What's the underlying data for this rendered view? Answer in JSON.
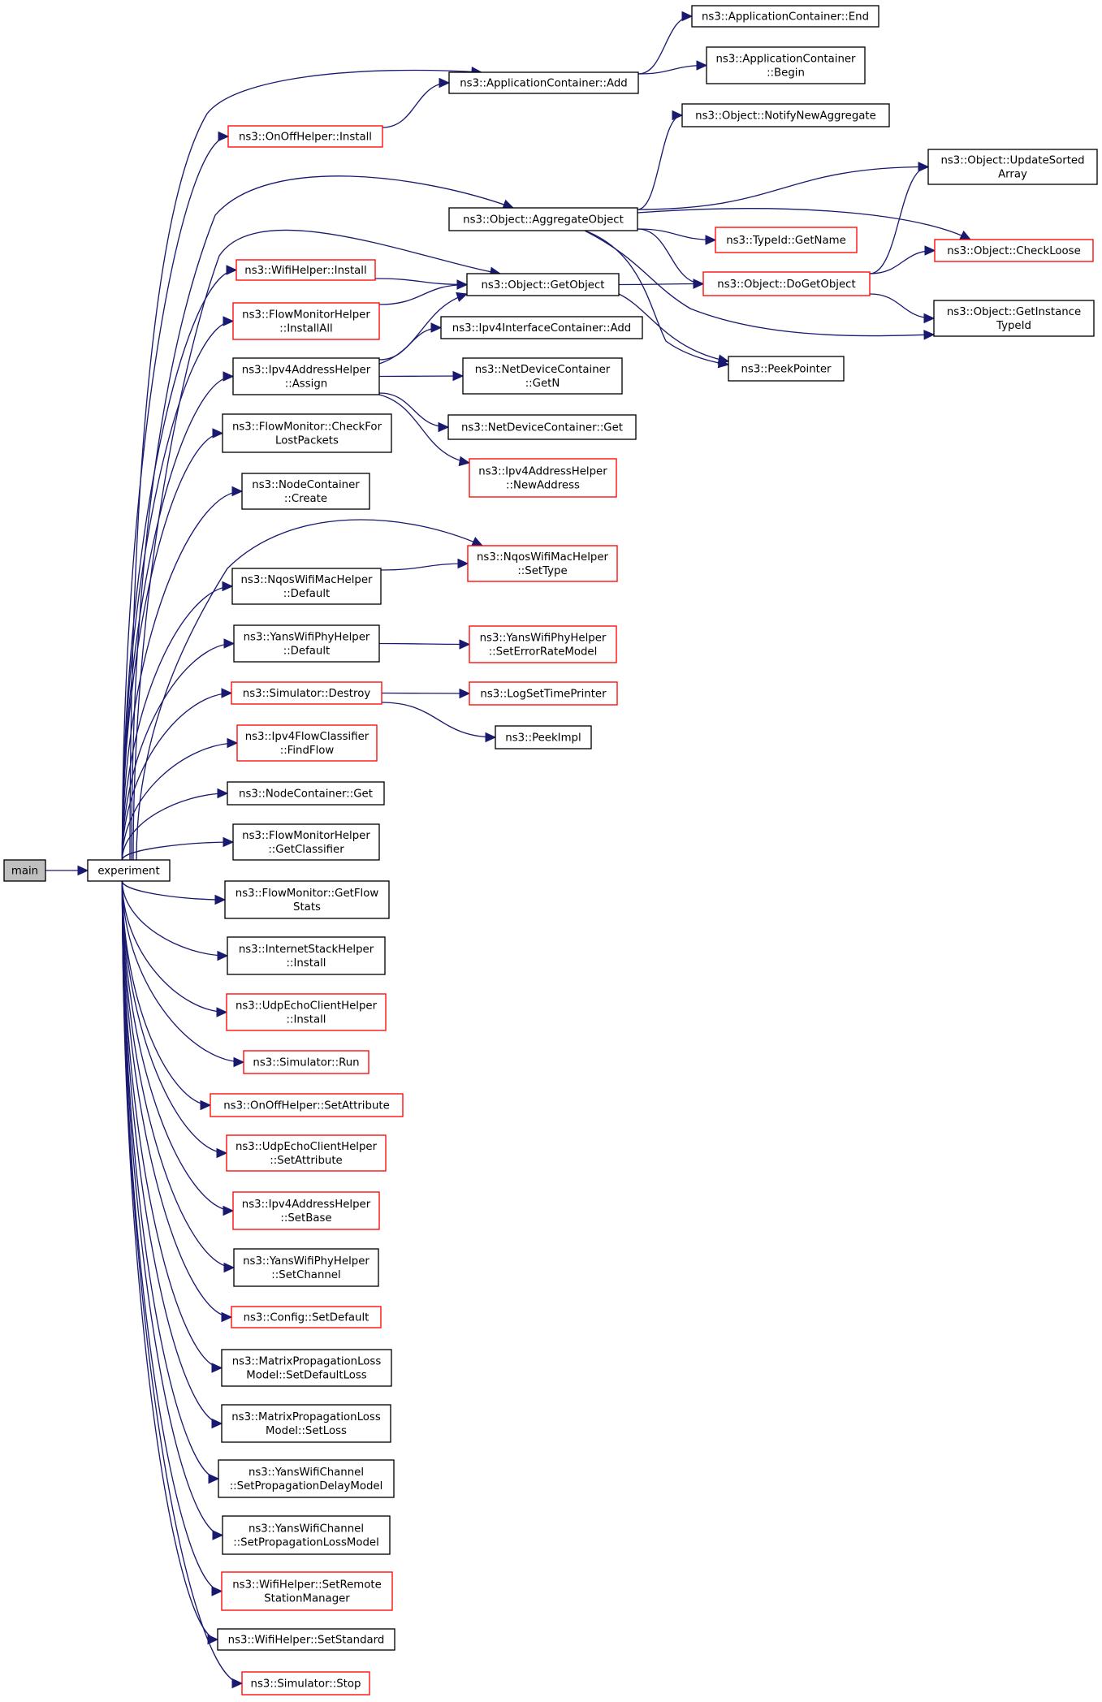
{
  "colors": {
    "edge": "#191970",
    "border_normal": "#000000",
    "border_red": "#ff0000",
    "fill_root": "#bfbfbf",
    "fill_normal": "#ffffff"
  },
  "nodes": {
    "main": {
      "lines": [
        "main"
      ],
      "style": "root"
    },
    "experiment": {
      "lines": [
        "experiment"
      ],
      "style": "normal"
    },
    "ac_add": {
      "lines": [
        "ns3::ApplicationContainer::Add"
      ],
      "style": "normal"
    },
    "ac_end": {
      "lines": [
        "ns3::ApplicationContainer::End"
      ],
      "style": "normal"
    },
    "ac_begin": {
      "lines": [
        "ns3::ApplicationContainer",
        "::Begin"
      ],
      "style": "normal"
    },
    "onoff_install": {
      "lines": [
        "ns3::OnOffHelper::Install"
      ],
      "style": "red"
    },
    "obj_notify": {
      "lines": [
        "ns3::Object::NotifyNewAggregate"
      ],
      "style": "normal"
    },
    "obj_update": {
      "lines": [
        "ns3::Object::UpdateSorted",
        "Array"
      ],
      "style": "normal"
    },
    "obj_aggregate": {
      "lines": [
        "ns3::Object::AggregateObject"
      ],
      "style": "normal"
    },
    "typeid_getname": {
      "lines": [
        "ns3::TypeId::GetName"
      ],
      "style": "red"
    },
    "obj_checkloose": {
      "lines": [
        "ns3::Object::CheckLoose"
      ],
      "style": "red"
    },
    "wifi_install": {
      "lines": [
        "ns3::WifiHelper::Install"
      ],
      "style": "red"
    },
    "obj_getobject": {
      "lines": [
        "ns3::Object::GetObject"
      ],
      "style": "normal"
    },
    "obj_dogetobject": {
      "lines": [
        "ns3::Object::DoGetObject"
      ],
      "style": "red"
    },
    "fmh_installall": {
      "lines": [
        "ns3::FlowMonitorHelper",
        "::InstallAll"
      ],
      "style": "red"
    },
    "obj_getinstance": {
      "lines": [
        "ns3::Object::GetInstance",
        "TypeId"
      ],
      "style": "normal"
    },
    "ipv4ic_add": {
      "lines": [
        "ns3::Ipv4InterfaceContainer::Add"
      ],
      "style": "normal"
    },
    "ipv4ah_assign": {
      "lines": [
        "ns3::Ipv4AddressHelper",
        "::Assign"
      ],
      "style": "normal"
    },
    "peekpointer": {
      "lines": [
        "ns3::PeekPointer"
      ],
      "style": "normal"
    },
    "ndc_getn": {
      "lines": [
        "ns3::NetDeviceContainer",
        "::GetN"
      ],
      "style": "normal"
    },
    "fm_checklost": {
      "lines": [
        "ns3::FlowMonitor::CheckFor",
        "LostPackets"
      ],
      "style": "normal"
    },
    "ndc_get": {
      "lines": [
        "ns3::NetDeviceContainer::Get"
      ],
      "style": "normal"
    },
    "ipv4ah_newaddr": {
      "lines": [
        "ns3::Ipv4AddressHelper",
        "::NewAddress"
      ],
      "style": "red"
    },
    "nc_create": {
      "lines": [
        "ns3::NodeContainer",
        "::Create"
      ],
      "style": "normal"
    },
    "nqos_settype": {
      "lines": [
        "ns3::NqosWifiMacHelper",
        "::SetType"
      ],
      "style": "red"
    },
    "nqos_default": {
      "lines": [
        "ns3::NqosWifiMacHelper",
        "::Default"
      ],
      "style": "normal"
    },
    "yans_default": {
      "lines": [
        "ns3::YansWifiPhyHelper",
        "::Default"
      ],
      "style": "normal"
    },
    "yans_seterr": {
      "lines": [
        "ns3::YansWifiPhyHelper",
        "::SetErrorRateModel"
      ],
      "style": "red"
    },
    "sim_destroy": {
      "lines": [
        "ns3::Simulator::Destroy"
      ],
      "style": "red"
    },
    "logsettime": {
      "lines": [
        "ns3::LogSetTimePrinter"
      ],
      "style": "red"
    },
    "peekimpl": {
      "lines": [
        "ns3::PeekImpl"
      ],
      "style": "normal"
    },
    "ipv4fc_findflow": {
      "lines": [
        "ns3::Ipv4FlowClassifier",
        "::FindFlow"
      ],
      "style": "red"
    },
    "nc_get": {
      "lines": [
        "ns3::NodeContainer::Get"
      ],
      "style": "normal"
    },
    "fmh_getclassifier": {
      "lines": [
        "ns3::FlowMonitorHelper",
        "::GetClassifier"
      ],
      "style": "normal"
    },
    "fm_getflowstats": {
      "lines": [
        "ns3::FlowMonitor::GetFlow",
        "Stats"
      ],
      "style": "normal"
    },
    "ish_install": {
      "lines": [
        "ns3::InternetStackHelper",
        "::Install"
      ],
      "style": "normal"
    },
    "udp_install": {
      "lines": [
        "ns3::UdpEchoClientHelper",
        "::Install"
      ],
      "style": "red"
    },
    "sim_run": {
      "lines": [
        "ns3::Simulator::Run"
      ],
      "style": "red"
    },
    "onoff_setattr": {
      "lines": [
        "ns3::OnOffHelper::SetAttribute"
      ],
      "style": "red"
    },
    "udp_setattr": {
      "lines": [
        "ns3::UdpEchoClientHelper",
        "::SetAttribute"
      ],
      "style": "red"
    },
    "ipv4ah_setbase": {
      "lines": [
        "ns3::Ipv4AddressHelper",
        "::SetBase"
      ],
      "style": "red"
    },
    "yans_setchannel": {
      "lines": [
        "ns3::YansWifiPhyHelper",
        "::SetChannel"
      ],
      "style": "normal"
    },
    "config_setdefault": {
      "lines": [
        "ns3::Config::SetDefault"
      ],
      "style": "red"
    },
    "mplm_setdefaultloss": {
      "lines": [
        "ns3::MatrixPropagationLoss",
        "Model::SetDefaultLoss"
      ],
      "style": "normal"
    },
    "mplm_setloss": {
      "lines": [
        "ns3::MatrixPropagationLoss",
        "Model::SetLoss"
      ],
      "style": "normal"
    },
    "ywc_setdelay": {
      "lines": [
        "ns3::YansWifiChannel",
        "::SetPropagationDelayModel"
      ],
      "style": "normal"
    },
    "ywc_setloss": {
      "lines": [
        "ns3::YansWifiChannel",
        "::SetPropagationLossModel"
      ],
      "style": "normal"
    },
    "wifi_setremote": {
      "lines": [
        "ns3::WifiHelper::SetRemote",
        "StationManager"
      ],
      "style": "red"
    },
    "wifi_setstandard": {
      "lines": [
        "ns3::WifiHelper::SetStandard"
      ],
      "style": "normal"
    },
    "sim_stop": {
      "lines": [
        "ns3::Simulator::Stop"
      ],
      "style": "red"
    }
  },
  "edges": [
    [
      "main",
      "experiment"
    ],
    [
      "experiment",
      "ac_add"
    ],
    [
      "experiment",
      "onoff_install"
    ],
    [
      "experiment",
      "obj_aggregate"
    ],
    [
      "experiment",
      "obj_getobject"
    ],
    [
      "experiment",
      "wifi_install"
    ],
    [
      "experiment",
      "fmh_installall"
    ],
    [
      "experiment",
      "ipv4ah_assign"
    ],
    [
      "experiment",
      "fm_checklost"
    ],
    [
      "experiment",
      "nc_create"
    ],
    [
      "experiment",
      "nqos_settype"
    ],
    [
      "experiment",
      "nqos_default"
    ],
    [
      "experiment",
      "yans_default"
    ],
    [
      "experiment",
      "sim_destroy"
    ],
    [
      "experiment",
      "ipv4fc_findflow"
    ],
    [
      "experiment",
      "nc_get"
    ],
    [
      "experiment",
      "fmh_getclassifier"
    ],
    [
      "experiment",
      "fm_getflowstats"
    ],
    [
      "experiment",
      "ish_install"
    ],
    [
      "experiment",
      "udp_install"
    ],
    [
      "experiment",
      "sim_run"
    ],
    [
      "experiment",
      "onoff_setattr"
    ],
    [
      "experiment",
      "udp_setattr"
    ],
    [
      "experiment",
      "ipv4ah_setbase"
    ],
    [
      "experiment",
      "yans_setchannel"
    ],
    [
      "experiment",
      "config_setdefault"
    ],
    [
      "experiment",
      "mplm_setdefaultloss"
    ],
    [
      "experiment",
      "mplm_setloss"
    ],
    [
      "experiment",
      "ywc_setdelay"
    ],
    [
      "experiment",
      "ywc_setloss"
    ],
    [
      "experiment",
      "wifi_setremote"
    ],
    [
      "experiment",
      "wifi_setstandard"
    ],
    [
      "experiment",
      "sim_stop"
    ],
    [
      "ac_add",
      "ac_end"
    ],
    [
      "ac_add",
      "ac_begin"
    ],
    [
      "onoff_install",
      "ac_add"
    ],
    [
      "obj_aggregate",
      "obj_notify"
    ],
    [
      "obj_aggregate",
      "obj_update"
    ],
    [
      "obj_aggregate",
      "obj_checkloose"
    ],
    [
      "obj_aggregate",
      "typeid_getname"
    ],
    [
      "obj_aggregate",
      "obj_dogetobject"
    ],
    [
      "obj_aggregate",
      "obj_getinstance"
    ],
    [
      "obj_aggregate",
      "peekpointer"
    ],
    [
      "wifi_install",
      "obj_getobject"
    ],
    [
      "fmh_installall",
      "obj_getobject"
    ],
    [
      "obj_getobject",
      "obj_dogetobject"
    ],
    [
      "obj_getobject",
      "peekpointer"
    ],
    [
      "obj_dogetobject",
      "obj_update"
    ],
    [
      "obj_dogetobject",
      "obj_checkloose"
    ],
    [
      "obj_dogetobject",
      "obj_getinstance"
    ],
    [
      "ipv4ah_assign",
      "obj_getobject"
    ],
    [
      "ipv4ah_assign",
      "ipv4ic_add"
    ],
    [
      "ipv4ah_assign",
      "ndc_getn"
    ],
    [
      "ipv4ah_assign",
      "ndc_get"
    ],
    [
      "ipv4ah_assign",
      "ipv4ah_newaddr"
    ],
    [
      "nqos_default",
      "nqos_settype"
    ],
    [
      "yans_default",
      "yans_seterr"
    ],
    [
      "sim_destroy",
      "logsettime"
    ],
    [
      "sim_destroy",
      "peekimpl"
    ]
  ]
}
